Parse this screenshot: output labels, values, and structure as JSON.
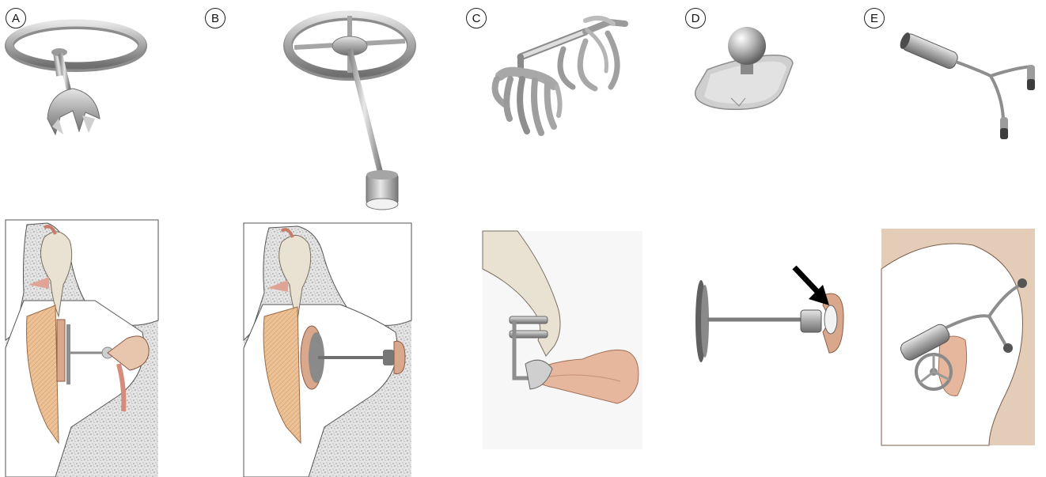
{
  "panels": [
    {
      "id": "A",
      "label": "A"
    },
    {
      "id": "B",
      "label": "B"
    },
    {
      "id": "C",
      "label": "C"
    },
    {
      "id": "D",
      "label": "D"
    },
    {
      "id": "E",
      "label": "E"
    }
  ],
  "colors": {
    "metal": "#b9b9b9",
    "metal_dark": "#7d7d7d",
    "bone": "#e9e1d2",
    "muscle": "#e8bb8f",
    "tissue": "#d9a78b",
    "skin": "#e3cdb8",
    "speckle_bg": "#d8d8d8",
    "arrow": "#000000"
  }
}
